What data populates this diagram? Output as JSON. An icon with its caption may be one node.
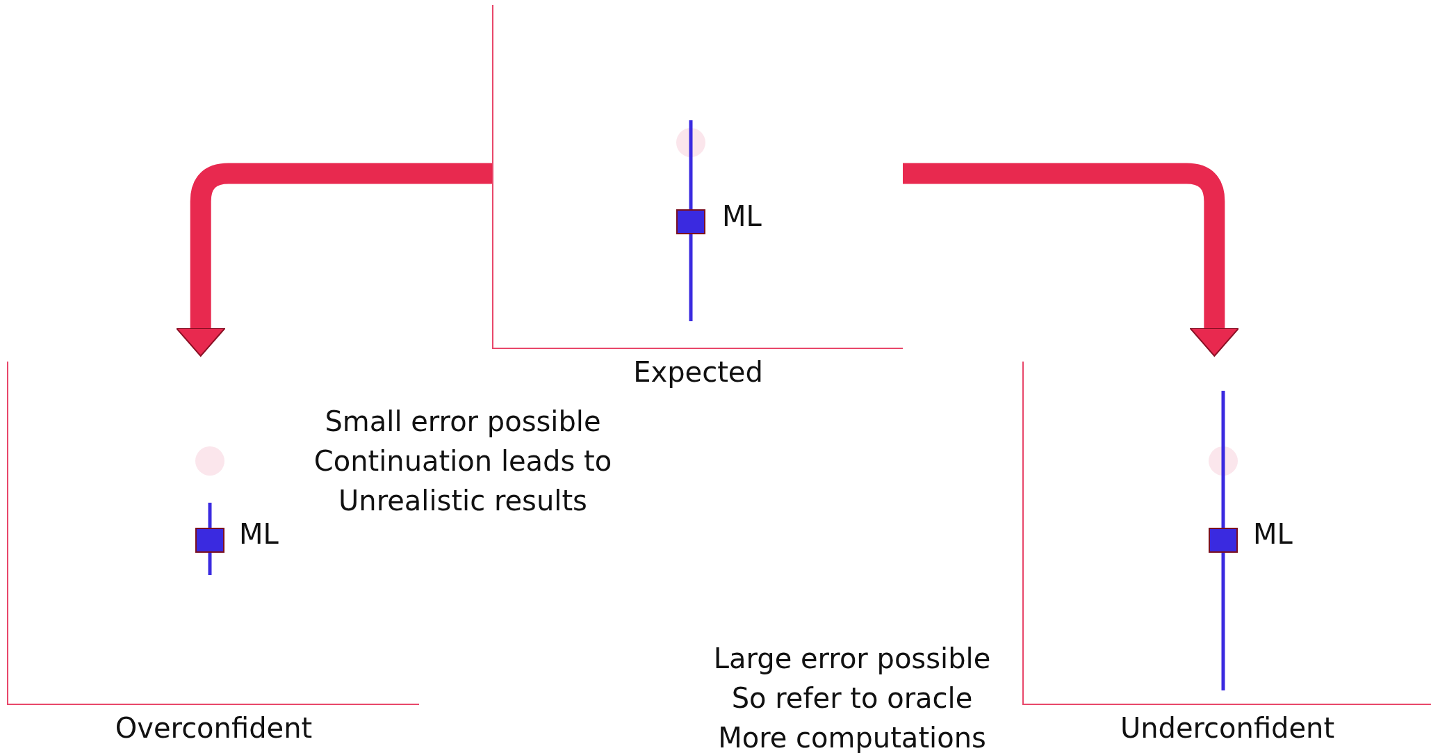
{
  "diagram": {
    "nodes": [
      {
        "text": [
          "Expected"
        ]
      },
      {
        "text": [
          "Overconfident"
        ]
      },
      {
        "text": [
          "Underconfident"
        ]
      }
    ],
    "edges": [
      {
        "from": 0,
        "to": 1,
        "arrow": "to"
      },
      {
        "from": 0,
        "to": 2,
        "arrow": "to"
      }
    ],
    "labels": [
      "ML",
      "Small error possible Continuation leads to Unrealistic results",
      "ML",
      "ML",
      "Large error possible So refer to oracle More computations"
    ]
  }
}
